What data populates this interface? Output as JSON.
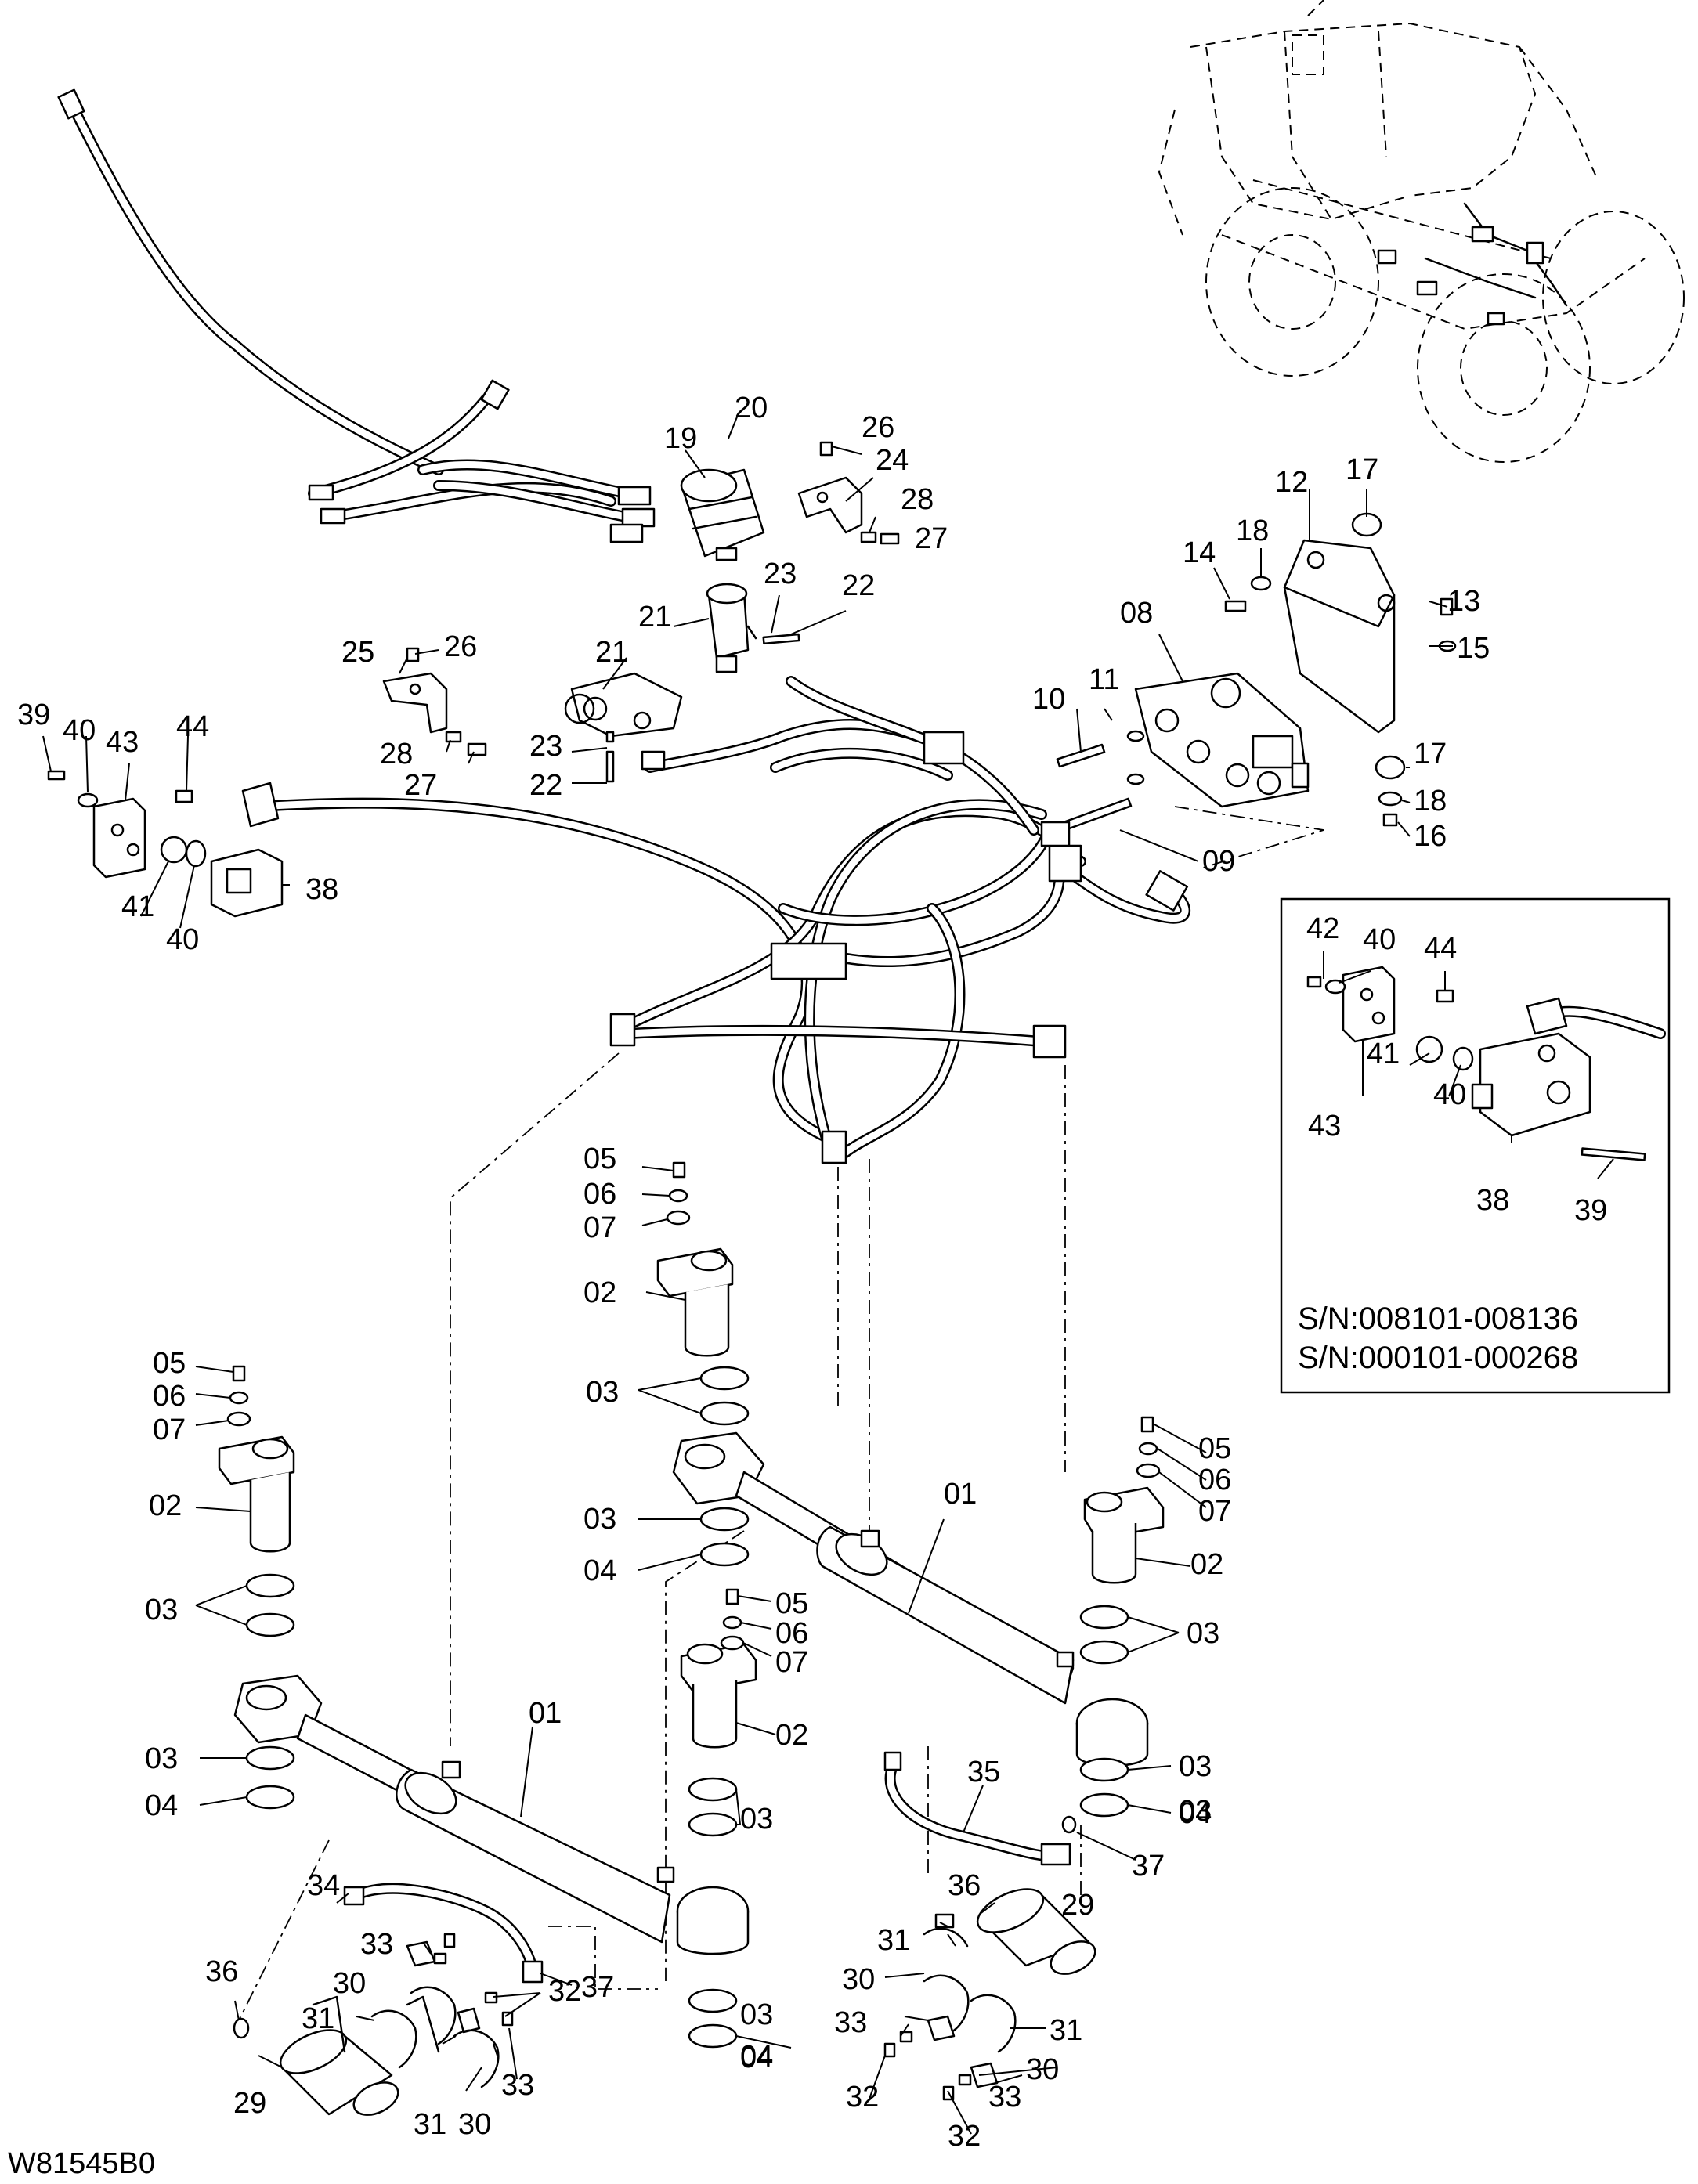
{
  "drawing_id": "W81545B0",
  "inset_serial_numbers": [
    "S/N:008101-008136",
    "S/N:000101-000268"
  ],
  "callouts": [
    {
      "label": "20"
    },
    {
      "label": "19"
    },
    {
      "label": "26"
    },
    {
      "label": "24"
    },
    {
      "label": "28"
    },
    {
      "label": "27"
    },
    {
      "label": "23"
    },
    {
      "label": "22"
    },
    {
      "label": "21"
    },
    {
      "label": "21"
    },
    {
      "label": "12"
    },
    {
      "label": "17"
    },
    {
      "label": "14"
    },
    {
      "label": "18"
    },
    {
      "label": "13"
    },
    {
      "label": "15"
    },
    {
      "label": "08"
    },
    {
      "label": "25"
    },
    {
      "label": "26"
    },
    {
      "label": "10"
    },
    {
      "label": "11"
    },
    {
      "label": "39"
    },
    {
      "label": "40"
    },
    {
      "label": "43"
    },
    {
      "label": "44"
    },
    {
      "label": "28"
    },
    {
      "label": "27"
    },
    {
      "label": "23"
    },
    {
      "label": "22"
    },
    {
      "label": "17"
    },
    {
      "label": "18"
    },
    {
      "label": "16"
    },
    {
      "label": "09"
    },
    {
      "label": "38"
    },
    {
      "label": "41"
    },
    {
      "label": "40"
    },
    {
      "label": "42"
    },
    {
      "label": "40"
    },
    {
      "label": "44"
    },
    {
      "label": "43"
    },
    {
      "label": "41"
    },
    {
      "label": "40"
    },
    {
      "label": "38"
    },
    {
      "label": "39"
    },
    {
      "label": "05"
    },
    {
      "label": "06"
    },
    {
      "label": "07"
    },
    {
      "label": "02"
    },
    {
      "label": "03"
    },
    {
      "label": "05"
    },
    {
      "label": "06"
    },
    {
      "label": "07"
    },
    {
      "label": "05"
    },
    {
      "label": "06"
    },
    {
      "label": "07"
    },
    {
      "label": "02"
    },
    {
      "label": "01"
    },
    {
      "label": "02"
    },
    {
      "label": "03"
    },
    {
      "label": "04"
    },
    {
      "label": "03"
    },
    {
      "label": "03"
    },
    {
      "label": "05"
    },
    {
      "label": "06"
    },
    {
      "label": "07"
    },
    {
      "label": "02"
    },
    {
      "label": "01"
    },
    {
      "label": "03"
    },
    {
      "label": "03"
    },
    {
      "label": "04"
    },
    {
      "label": "03"
    },
    {
      "label": "04"
    },
    {
      "label": "35"
    },
    {
      "label": "03"
    },
    {
      "label": "37"
    },
    {
      "label": "34"
    },
    {
      "label": "36"
    },
    {
      "label": "29"
    },
    {
      "label": "33"
    },
    {
      "label": "31"
    },
    {
      "label": "37"
    },
    {
      "label": "30"
    },
    {
      "label": "32"
    },
    {
      "label": "36"
    },
    {
      "label": "03"
    },
    {
      "label": "30"
    },
    {
      "label": "31"
    },
    {
      "label": "33"
    },
    {
      "label": "33"
    },
    {
      "label": "31"
    },
    {
      "label": "04"
    },
    {
      "label": "29"
    },
    {
      "label": "31"
    },
    {
      "label": "30"
    },
    {
      "label": "32"
    },
    {
      "label": "33"
    },
    {
      "label": "30"
    },
    {
      "label": "32"
    },
    {
      "label": "04"
    }
  ]
}
